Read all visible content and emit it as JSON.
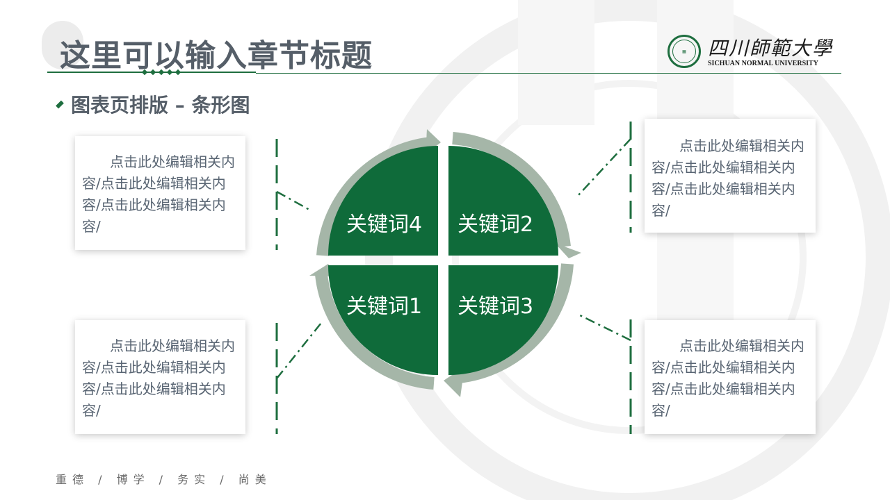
{
  "header": {
    "title": "这里可以输入章节标题",
    "university_cn": "四川師範大學",
    "university_en": "SICHUAN NORMAL UNIVERSITY"
  },
  "subtitle": "图表页排版 – 条形图",
  "keywords": {
    "k1": "关键词1",
    "k2": "关键词2",
    "k3": "关键词3",
    "k4": "关键词4"
  },
  "cards": {
    "top_left": "点击此处编辑相关内容/点击此处编辑相关内容/点击此处编辑相关内容/",
    "top_right": "点击此处编辑相关内容/点击此处编辑相关内容/点击此处编辑相关内容/",
    "bottom_left": "点击此处编辑相关内容/点击此处编辑相关内容/点击此处编辑相关内容/",
    "bottom_right": "点击此处编辑相关内容/点击此处编辑相关内容/点击此处编辑相关内容/"
  },
  "footer": "重德 / 博学 / 务实 / 尚美",
  "colors": {
    "accent": "#1e6e3f",
    "ring": "#a5b6a8",
    "text": "#596573"
  }
}
